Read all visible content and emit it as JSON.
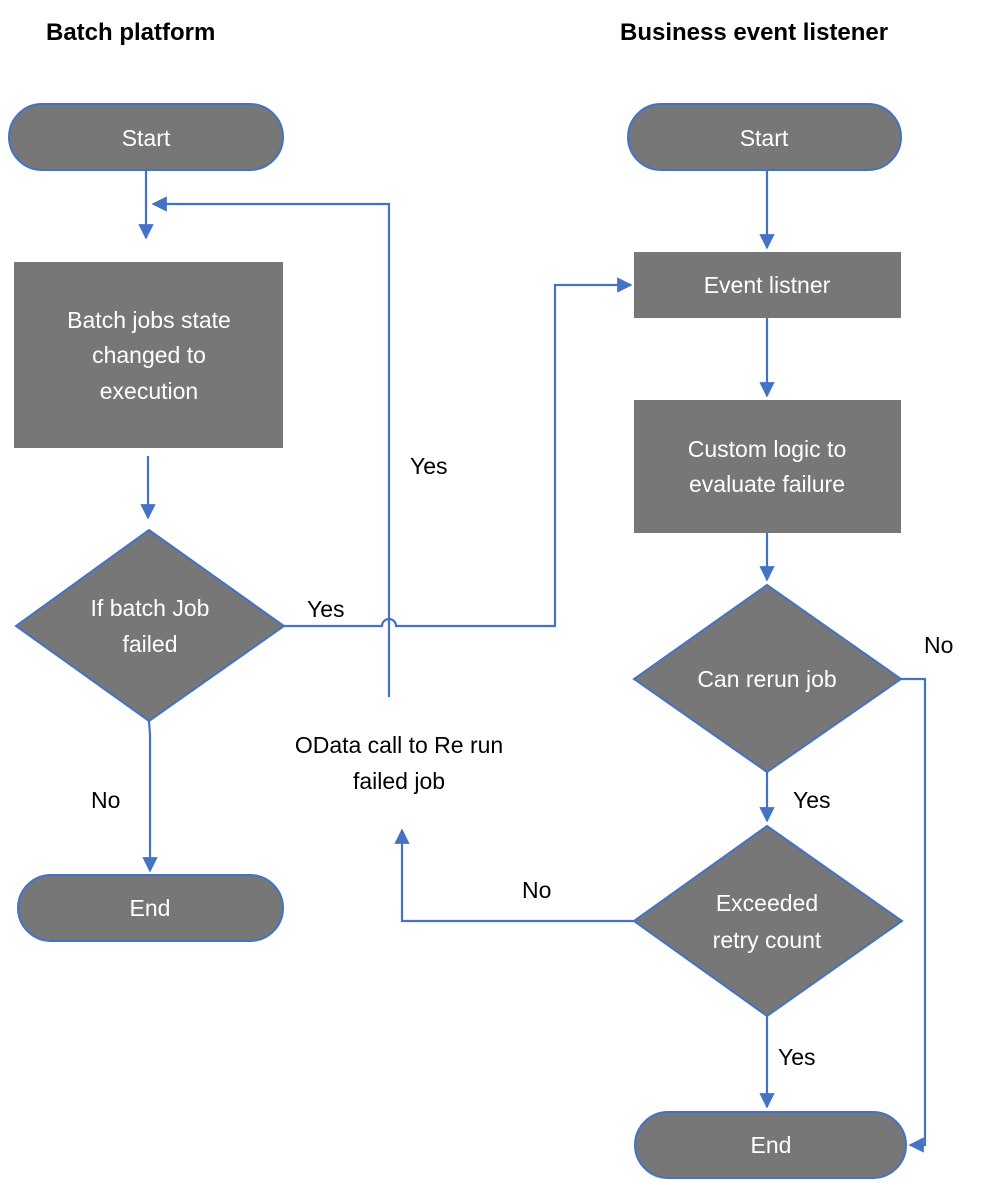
{
  "headings": {
    "left": "Batch platform",
    "right": "Business event listener"
  },
  "left": {
    "start": "Start",
    "process": [
      "Batch jobs state",
      "changed to",
      "execution"
    ],
    "decision": [
      "If batch Job",
      "failed"
    ],
    "end": "End",
    "yes_label": "Yes",
    "no_label": "No"
  },
  "middle": {
    "odata_call": [
      "OData call to Re run",
      "failed job"
    ],
    "yes_label": "Yes"
  },
  "right": {
    "start": "Start",
    "event_listener": "Event listner",
    "custom_logic": [
      "Custom logic to",
      "evaluate failure"
    ],
    "can_rerun": "Can rerun job",
    "can_rerun_no": "No",
    "can_rerun_yes": "Yes",
    "exceeded": [
      "Exceeded",
      "retry count"
    ],
    "exceeded_no": "No",
    "exceeded_yes": "Yes",
    "end": "End"
  },
  "colors": {
    "shape_fill": "#777777",
    "connector": "#4472c4",
    "shape_text": "#ffffff"
  }
}
